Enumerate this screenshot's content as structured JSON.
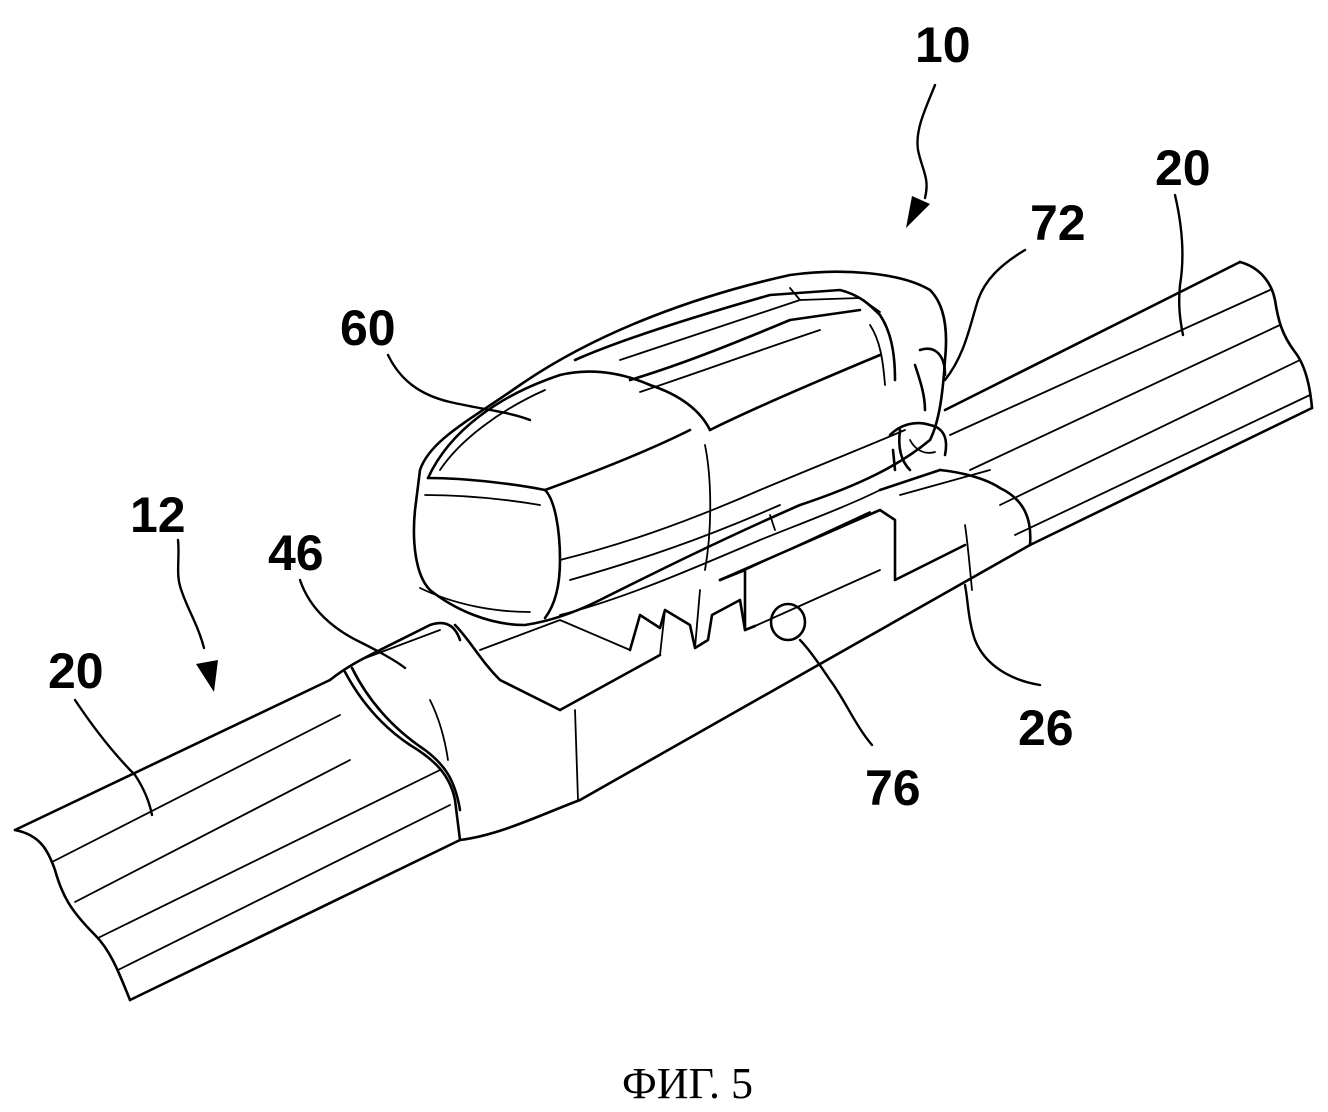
{
  "figure": {
    "caption": "ФИГ. 5",
    "reference_numerals": [
      {
        "id": "ref-10",
        "text": "10"
      },
      {
        "id": "ref-20-right",
        "text": "20"
      },
      {
        "id": "ref-72",
        "text": "72"
      },
      {
        "id": "ref-60",
        "text": "60"
      },
      {
        "id": "ref-12",
        "text": "12"
      },
      {
        "id": "ref-46",
        "text": "46"
      },
      {
        "id": "ref-20-left",
        "text": "20"
      },
      {
        "id": "ref-26",
        "text": "26"
      },
      {
        "id": "ref-76",
        "text": "76"
      }
    ]
  }
}
